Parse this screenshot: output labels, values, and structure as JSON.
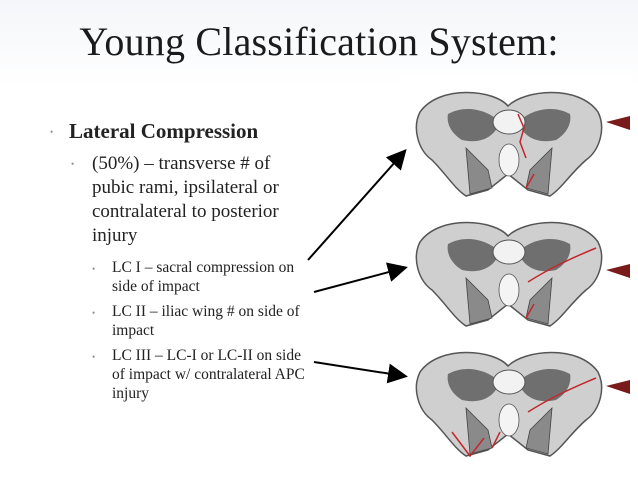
{
  "slide": {
    "title": "Young Classification System:",
    "bullets": {
      "main": "Lateral Compression",
      "sub": "(50%) – transverse # of pubic rami, ipsilateral or contralateral to posterior injury",
      "items": [
        "LC I – sacral compression on side of impact",
        "LC II – iliac wing # on side of impact",
        "LC III – LC-I or LC-II on side of impact w/ contralateral APC injury"
      ]
    }
  },
  "colors": {
    "text": "#222222",
    "bone_light": "#c9c9c9",
    "bone_dark": "#6f6f6f",
    "fracture": "#c3272b",
    "impact_arrow": "#7a1b1b"
  }
}
